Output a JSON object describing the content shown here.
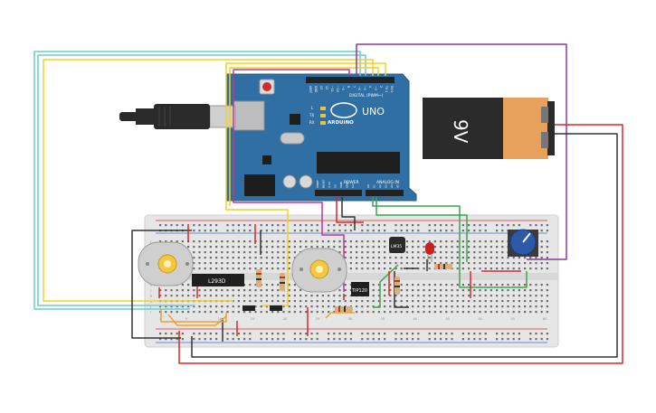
{
  "arduino": {
    "brand": "ARDUINO",
    "model": "UNO",
    "digital_header": "DIGITAL (PWM~)",
    "power_header": "POWER",
    "analog_header": "ANALOG IN",
    "led_labels": [
      "L",
      "TX",
      "RX"
    ],
    "top_pins": [
      "AREF",
      "GND",
      "13",
      "12",
      "~11",
      "~10",
      "~9",
      "8",
      "7",
      "~6",
      "~5",
      "4",
      "~3",
      "2",
      "TX 1",
      "RX 0"
    ],
    "power_pins": [
      "IOREF",
      "RESET",
      "3.3V",
      "5V",
      "GND",
      "GND",
      "Vin"
    ],
    "analog_pins": [
      "A0",
      "A1",
      "A2",
      "A3",
      "A4",
      "A5"
    ]
  },
  "battery": {
    "label": "9V"
  },
  "chips": {
    "motor_driver": "L293D",
    "transistor": "TIP120",
    "temp_sensor": "LM35"
  },
  "breadboard": {
    "row_numbers": [
      "1",
      "5",
      "10",
      "15",
      "20",
      "25",
      "30",
      "35",
      "40",
      "45",
      "50",
      "55",
      "60"
    ],
    "column_letters": [
      "j",
      "i",
      "h",
      "g",
      "f",
      "e",
      "d",
      "c",
      "b",
      "a"
    ]
  },
  "colors": {
    "arduino_board": "#2f6fa3",
    "breadboard": "#e6e6e6",
    "wire_cyan": "#6ec9d3",
    "wire_yellow": "#f2d024",
    "wire_purple": "#8a3d9c",
    "wire_magenta": "#b5399b",
    "wire_red": "#d42a2a",
    "wire_black": "#333333",
    "wire_green": "#3fa34d",
    "wire_orange": "#f0a030",
    "battery_orange": "#e8a15a",
    "battery_black": "#2b2b2b"
  },
  "icons": [
    "usb-plug-icon",
    "dc-motor-icon",
    "potentiometer-icon",
    "led-icon",
    "resistor-icon",
    "reset-button-icon"
  ]
}
